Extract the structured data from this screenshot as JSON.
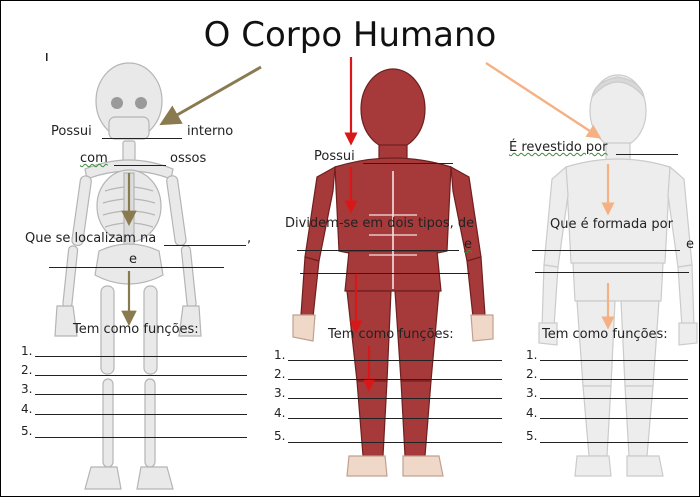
{
  "title": "O Corpo Humano",
  "colors": {
    "arrow_skeleton": "#8a7a50",
    "arrow_muscle": "#d81818",
    "arrow_skin": "#f4b184",
    "bone": "#e6e6e6",
    "bone_stroke": "#b7b7b7",
    "muscle": "#a63a3a",
    "muscle_stroke": "#6e1f1f",
    "skin": "#eeeeee",
    "skin_stroke": "#c9c9c9"
  },
  "icons": [
    "skeleton-illustration",
    "muscular-system-illustration",
    "human-body-skin-illustration"
  ],
  "skeleton": {
    "line1_prefix": "Possui",
    "line1_suffix": "interno",
    "line2_prefix": "com",
    "line2_suffix": "ossos",
    "line3_prefix": "Que se localizam na",
    "line3_suffix": ",",
    "line4": "e",
    "functions_label": "Tem como funções:",
    "numbers": [
      "1.",
      "2.",
      "3.",
      "4.",
      "5."
    ]
  },
  "muscles": {
    "line1_prefix": "Possui",
    "line2": "Dividem-se em dois tipos, de",
    "line3": "e",
    "functions_label": "Tem como funções:",
    "numbers": [
      "1.",
      "2.",
      "3.",
      "4.",
      "5."
    ]
  },
  "skin": {
    "line1_prefix": "É revestido por",
    "line2": "Que é formada por",
    "line3": "e",
    "functions_label": "Tem como funções:",
    "numbers": [
      "1.",
      "2.",
      "3.",
      "4.",
      "5."
    ]
  }
}
